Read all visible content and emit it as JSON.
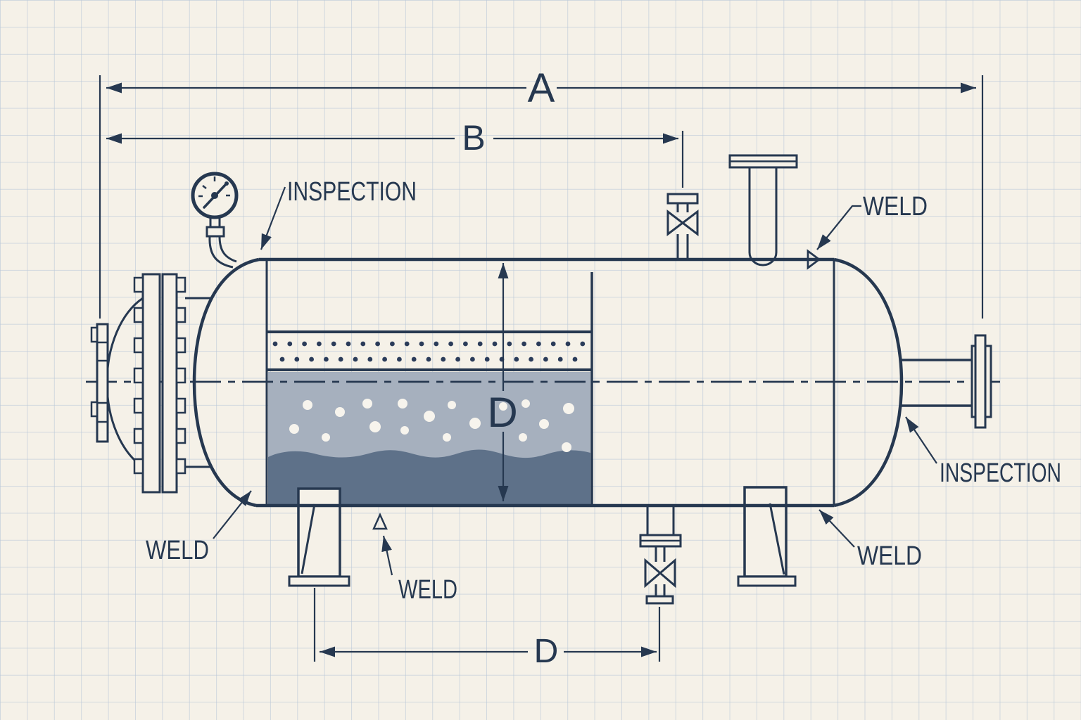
{
  "drawing": {
    "kind": "pressure-vessel-blueprint",
    "dimension_labels": {
      "overall_length": "A",
      "shell_length": "B",
      "diameter": "D",
      "support_spacing": "D"
    },
    "callouts": {
      "inspection_top": "INSPECTION",
      "inspection_right": "INSPECTION",
      "weld_top_right": "WELD",
      "weld_bottom_left": "WELD",
      "weld_bottom_center": "WELD",
      "weld_bottom_right": "WELD"
    },
    "colors": {
      "background": "#f5f1e8",
      "grid_line": "#c9d3de",
      "ink": "#263850",
      "liquid_upper": "#a6b0be",
      "liquid_lower": "#5e7189",
      "bubble": "#f7f4ed",
      "demister_dot": "#2b3c5a"
    }
  }
}
